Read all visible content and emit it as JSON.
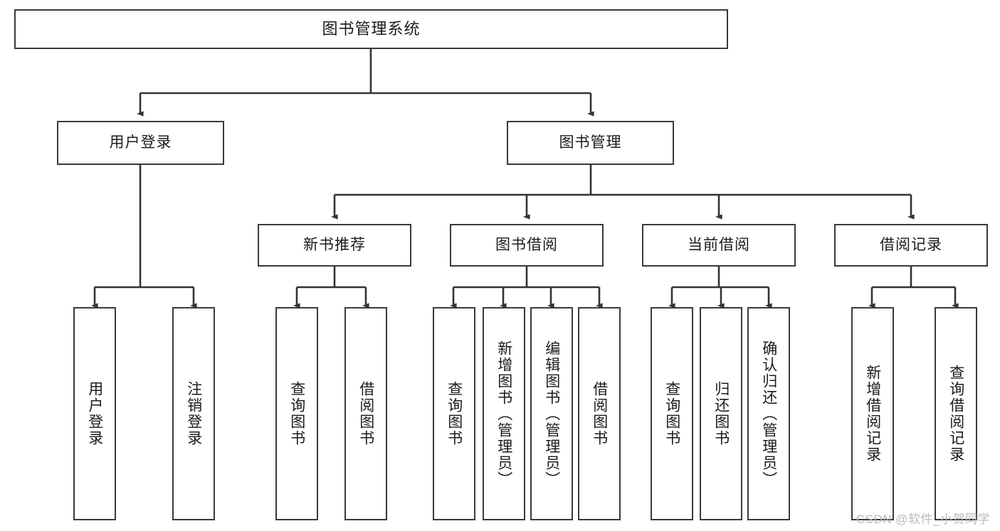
{
  "diagram": {
    "type": "tree-hierarchy",
    "title": "图书管理系统",
    "orientation": "top-down",
    "colors": {
      "box_border": "#3a3a3a",
      "box_fill": "#ffffff",
      "connector": "#333333",
      "text": "#1b1b1b",
      "watermark": "#b9b9b9",
      "background": "#ffffff"
    },
    "nodes": {
      "root": {
        "label": "图书管理系统"
      },
      "level1": [
        {
          "label": "用户登录"
        },
        {
          "label": "图书管理"
        }
      ],
      "level2": [
        {
          "label": "新书推荐"
        },
        {
          "label": "图书借阅"
        },
        {
          "label": "当前借阅"
        },
        {
          "label": "借阅记录"
        }
      ],
      "leaves": {
        "user_login": [
          {
            "label": "用户登录"
          },
          {
            "label": "注销登录"
          }
        ],
        "new_book_recommend": [
          {
            "label": "查询图书"
          },
          {
            "label": "借阅图书"
          }
        ],
        "book_borrow": [
          {
            "label": "查询图书"
          },
          {
            "label": "新增图书（管理员）"
          },
          {
            "label": "编辑图书（管理员）"
          },
          {
            "label": "借阅图书"
          }
        ],
        "current_borrow": [
          {
            "label": "查询图书"
          },
          {
            "label": "归还图书"
          },
          {
            "label": "确认归还（管理员）"
          }
        ],
        "borrow_record": [
          {
            "label": "新增借阅记录"
          },
          {
            "label": "查询借阅记录"
          }
        ]
      }
    },
    "watermark": "CSDN @软件_小贺同学"
  }
}
